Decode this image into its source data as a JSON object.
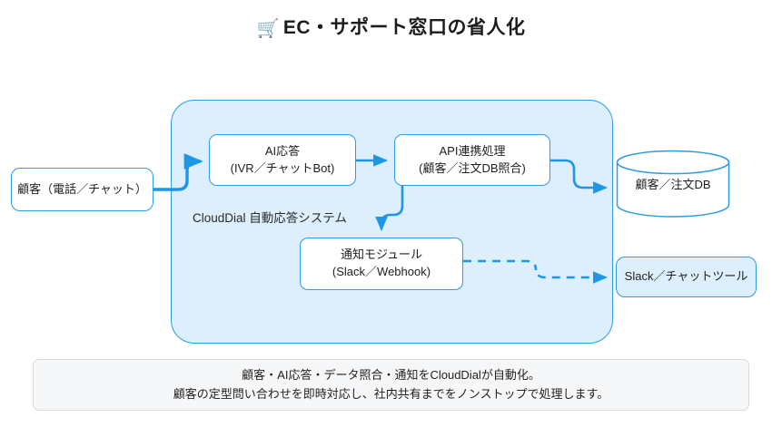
{
  "title": {
    "emoji": "🛒",
    "text": "EC・サポート窓口の省人化"
  },
  "system": {
    "label": "CloudDial 自動応答システム"
  },
  "nodes": {
    "customer": {
      "line1": "顧客（電話／チャット）"
    },
    "ai_response": {
      "line1": "AI応答",
      "line2": "(IVR／チャットBot)"
    },
    "api_process": {
      "line1": "API連携処理",
      "line2": "(顧客／注文DB照合)"
    },
    "notify_module": {
      "line1": "通知モジュール",
      "line2": "(Slack／Webhook)"
    },
    "database": {
      "line1": "顧客／注文DB"
    },
    "slack": {
      "line1": "Slack／チャットツール"
    }
  },
  "footer": {
    "line1": "顧客・AI応答・データ照合・通知をCloudDialが自動化。",
    "line2": "顧客の定型問い合わせを即時対応し、社内共有までをノンストップで処理します。"
  },
  "colors": {
    "accent": "#2f9be0",
    "arrow": "#1e96e6",
    "container_fill": "#ddeefc",
    "node_fill": "#ffffff",
    "footer_fill": "#f6f7f9",
    "page_bg": "#ffffff",
    "text": "#1e1e1e"
  },
  "connectors": [
    {
      "name": "customer-to-ai",
      "style": "solid",
      "arrow": true
    },
    {
      "name": "ai-to-api",
      "style": "solid",
      "arrow": true
    },
    {
      "name": "api-to-database",
      "style": "solid",
      "arrow": true
    },
    {
      "name": "api-to-notify",
      "style": "solid",
      "arrow": true
    },
    {
      "name": "notify-to-slack",
      "style": "dashed",
      "arrow": true
    }
  ]
}
